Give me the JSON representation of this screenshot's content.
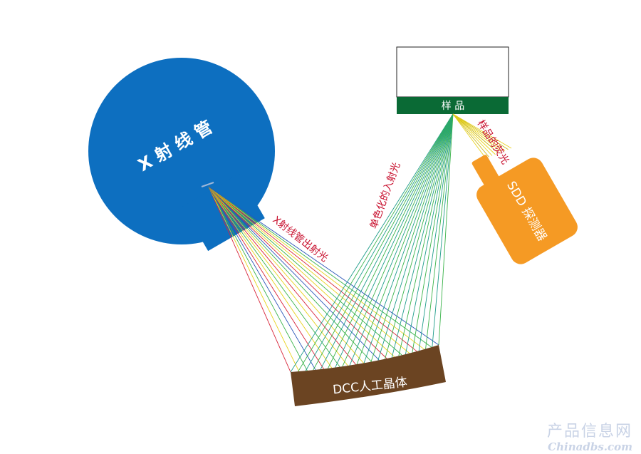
{
  "labels": {
    "xray_tube": "X 射 线 管",
    "sample": "样 品",
    "crystal": "DCC人工晶体",
    "detector": "SDD 探测器",
    "tube_rays": "X射线管出射光",
    "incident_rays": "单色化的入射光",
    "fluorescence": "样品的荧光"
  },
  "watermark": {
    "cn": "产品信息网",
    "en": "Chinadbs.com"
  },
  "colors": {
    "tube": "#0d6fc0",
    "sample_bar": "#0a6a35",
    "crystal": "#6b4422",
    "detector": "#f59a24",
    "label_red": "#c8102e",
    "ray_red": "#d8263a",
    "ray_yellow": "#e8d21c",
    "ray_green": "#3ab34a",
    "ray_blue": "#2b56b8",
    "ray_teal": "#1f9d8a"
  },
  "icons": {
    "tube": "circle-with-tab",
    "detector": "rounded-probe"
  }
}
